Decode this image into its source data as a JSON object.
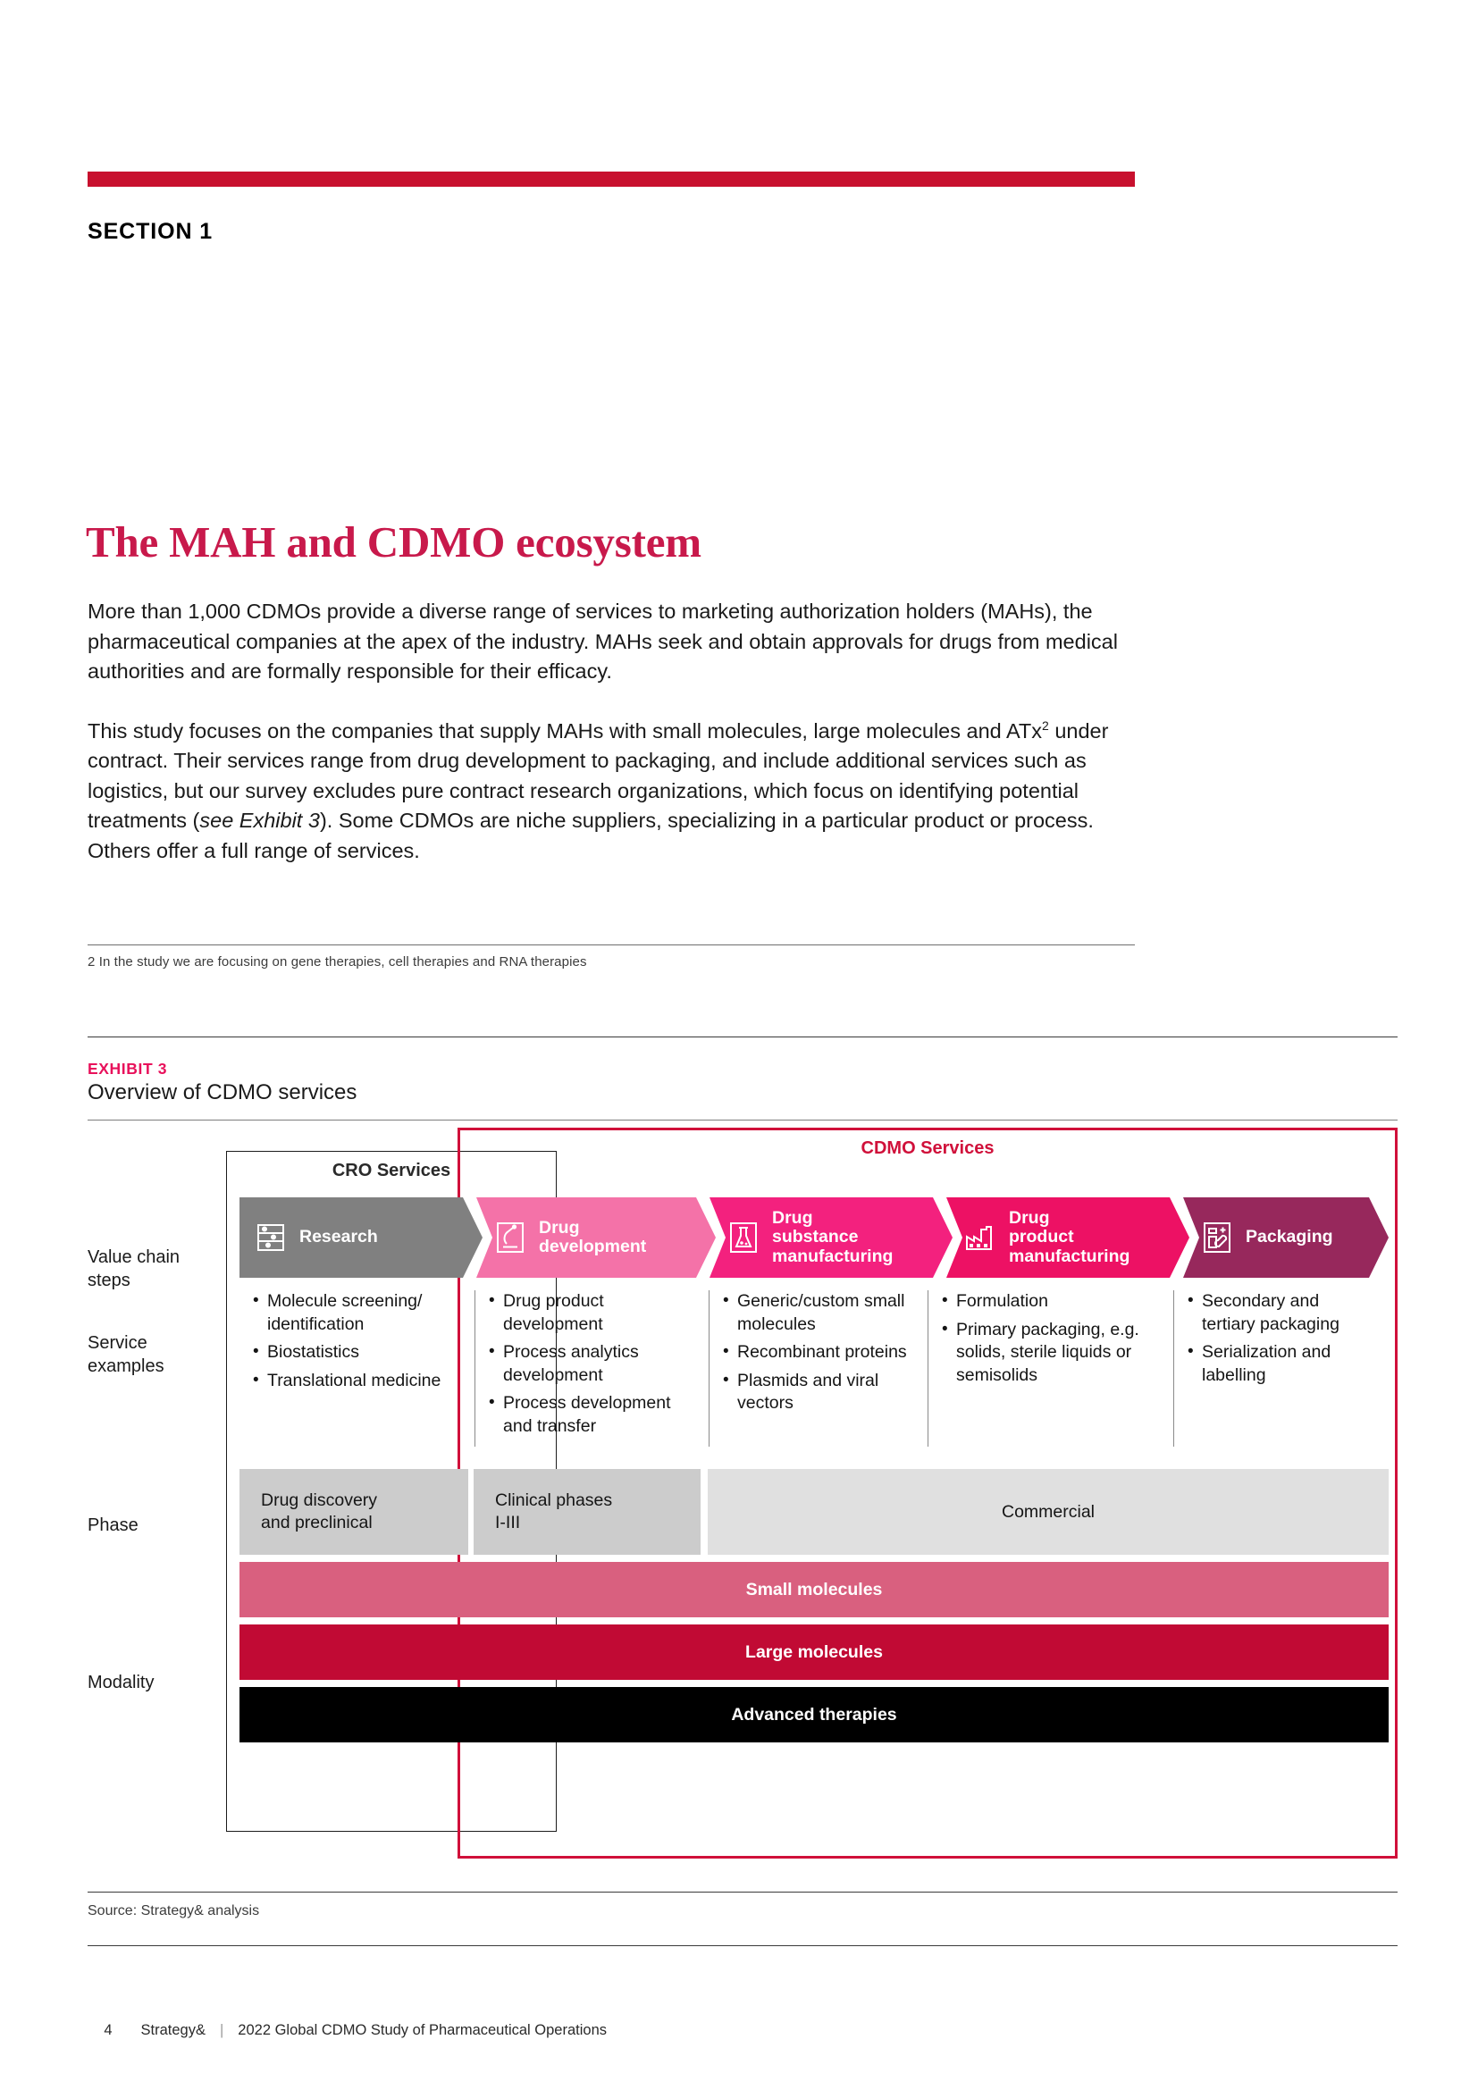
{
  "section": {
    "label": "SECTION 1",
    "rule_color": "#c8102e"
  },
  "title": "The MAH and CDMO ecosystem",
  "paragraphs": {
    "p1": "More than 1,000 CDMOs provide a diverse range of services to marketing authorization holders (MAHs), the pharmaceutical companies at the apex of the industry. MAHs seek and obtain approvals for drugs from medical authorities and are formally responsible for their efficacy.",
    "p2_a": "This study focuses on the companies that supply MAHs with small molecules, large molecules and ATx",
    "p2_sup": "2",
    "p2_b": " under contract. Their services range from drug development to packaging, and include additional services such as logistics, but our survey excludes pure contract research organizations, which focus on identifying potential treatments (",
    "p2_i": "see Exhibit 3",
    "p2_c": "). Some CDMOs are niche suppliers, specializing in a particular product or process. Others offer a full range of services."
  },
  "footnote": "2 In the study we are focusing on gene therapies, cell therapies and RNA therapies",
  "exhibit": {
    "kicker": "EXHIBIT 3",
    "title": "Overview of CDMO services",
    "cro_box_label": "CRO Services",
    "cdmo_box_label": "CDMO Services",
    "row_labels": {
      "value_chain": "Value chain\nsteps",
      "service": "Service\nexamples",
      "phase": "Phase",
      "modality": "Modality"
    },
    "value_chain_steps": [
      {
        "label": "Research",
        "icon": "research-sliders-icon",
        "color": "#808080"
      },
      {
        "label": "Drug\ndevelopment",
        "icon": "microscope-icon",
        "color": "#f472a8"
      },
      {
        "label": "Drug\nsubstance\nmanufacturing",
        "icon": "flask-icon",
        "color": "#f3217e"
      },
      {
        "label": "Drug\nproduct\nmanufacturing",
        "icon": "factory-icon",
        "color": "#ed1164"
      },
      {
        "label": "Packaging",
        "icon": "package-pills-icon",
        "color": "#97285c"
      }
    ],
    "service_examples": [
      [
        "Molecule screening/ identification",
        "Biostatistics",
        "Translational medicine"
      ],
      [
        "Drug product development",
        "Process analytics development",
        "Process development and transfer"
      ],
      [
        "Generic/custom small molecules",
        "Recombinant proteins",
        "Plasmids and viral vectors"
      ],
      [
        "Formulation",
        "Primary packaging, e.g. solids, sterile liquids or semisolids"
      ],
      [
        "Secondary and tertiary packaging",
        "Serialization and labelling"
      ]
    ],
    "phases": [
      {
        "label": "Drug discovery\nand preclinical",
        "color": "#cccccc"
      },
      {
        "label": "Clinical phases\nI-III",
        "color": "#cccccc"
      },
      {
        "label": "Commercial",
        "color": "#e0e0e0"
      }
    ],
    "modalities": [
      {
        "label": "Small molecules",
        "color": "#d9607f"
      },
      {
        "label": "Large molecules",
        "color": "#c10a34"
      },
      {
        "label": "Advanced therapies",
        "color": "#000000"
      }
    ]
  },
  "source": "Source: Strategy& analysis",
  "footer": {
    "page": "4",
    "brand": "Strategy&",
    "separator": "|",
    "doc_title": "2022 Global CDMO Study of Pharmaceutical Operations"
  }
}
